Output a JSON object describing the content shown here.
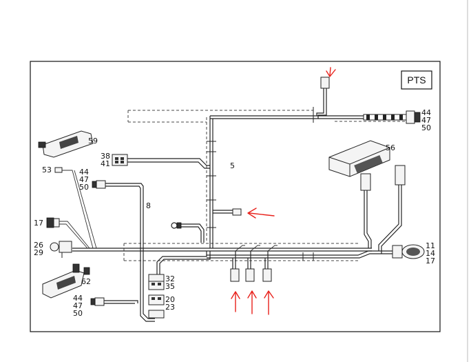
{
  "title": "PTS",
  "labels": {
    "c59": "59",
    "c38": "38",
    "c41": "41",
    "c5": "5",
    "c53": "53",
    "c44a": "44",
    "c47a": "47",
    "c50a": "50",
    "c8": "8",
    "c17": "17",
    "c26": "26",
    "c29": "29",
    "c62": "62",
    "c32": "32",
    "c35": "35",
    "c20": "20",
    "c23": "23",
    "c44b": "44",
    "c47b": "47",
    "c50b": "50",
    "c56": "56",
    "c44c": "44",
    "c47c": "47",
    "c50c": "50",
    "c11": "11",
    "c14": "14",
    "c17b": "17"
  },
  "colors": {
    "annotation": "#e8201a",
    "line": "#222222"
  }
}
